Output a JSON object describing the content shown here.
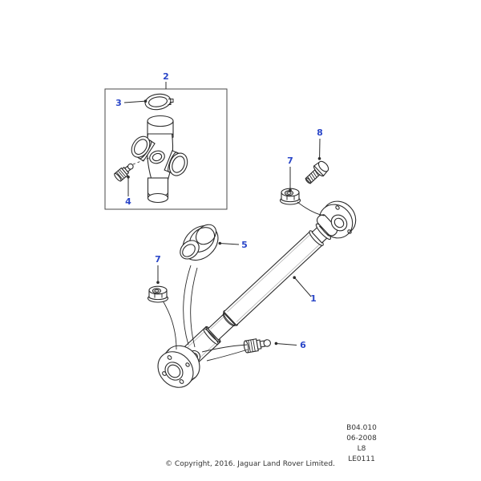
{
  "colors": {
    "callout": "#2a46c8",
    "line": "#2b2b2b",
    "background": "#ffffff"
  },
  "callouts": {
    "c1": "1",
    "c2": "2",
    "c3": "3",
    "c4": "4",
    "c5": "5",
    "c6": "6",
    "c7": "7",
    "c8": "8"
  },
  "plate": {
    "code": "B04.010",
    "date": "06-2008",
    "sheet": "L8",
    "ref": "LE0111"
  },
  "footer": {
    "copyright": "© Copyright, 2016. Jaguar Land Rover Limited."
  }
}
